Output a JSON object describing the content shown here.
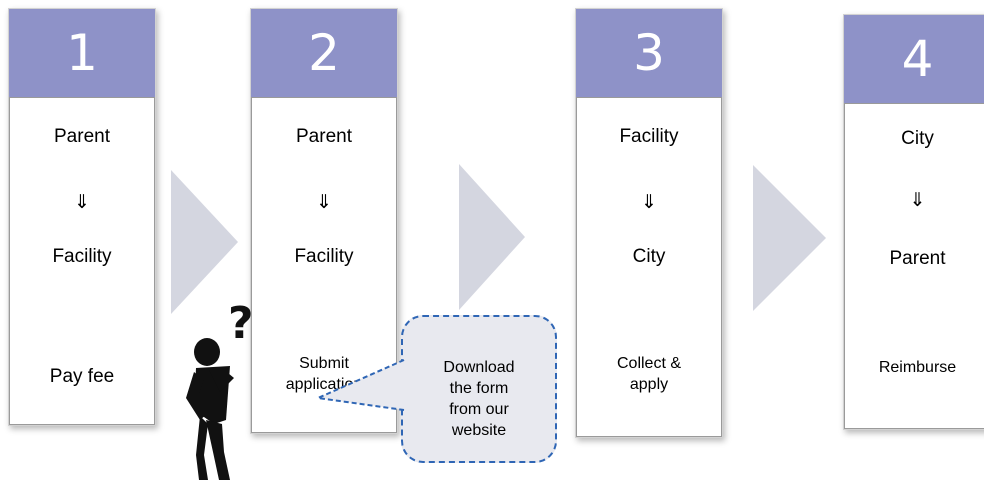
{
  "steps": [
    {
      "number": "1",
      "from": "Parent",
      "down_arrow": "⇓",
      "to": "Facility",
      "action": "Pay fee"
    },
    {
      "number": "2",
      "from": "Parent",
      "down_arrow": "⇓",
      "to": "Facility",
      "action_line1": "Submit",
      "action_line2": "application"
    },
    {
      "number": "3",
      "from": "Facility",
      "down_arrow": "⇓",
      "to": "City",
      "action_line1": "Collect &",
      "action_line2": "apply"
    },
    {
      "number": "4",
      "from": "City",
      "down_arrow": "⇓",
      "to": "Parent",
      "action": "Reimburse"
    }
  ],
  "callout": {
    "lines": [
      "Download",
      "the form",
      "from our",
      "website"
    ]
  },
  "figure": {
    "question_mark": "?",
    "icon": "confused-person-icon"
  },
  "colors": {
    "header": "#8e92c8",
    "chevron": "#d4d6e0",
    "callout_fill": "#e8e9ef",
    "callout_border": "#2f66b5"
  }
}
